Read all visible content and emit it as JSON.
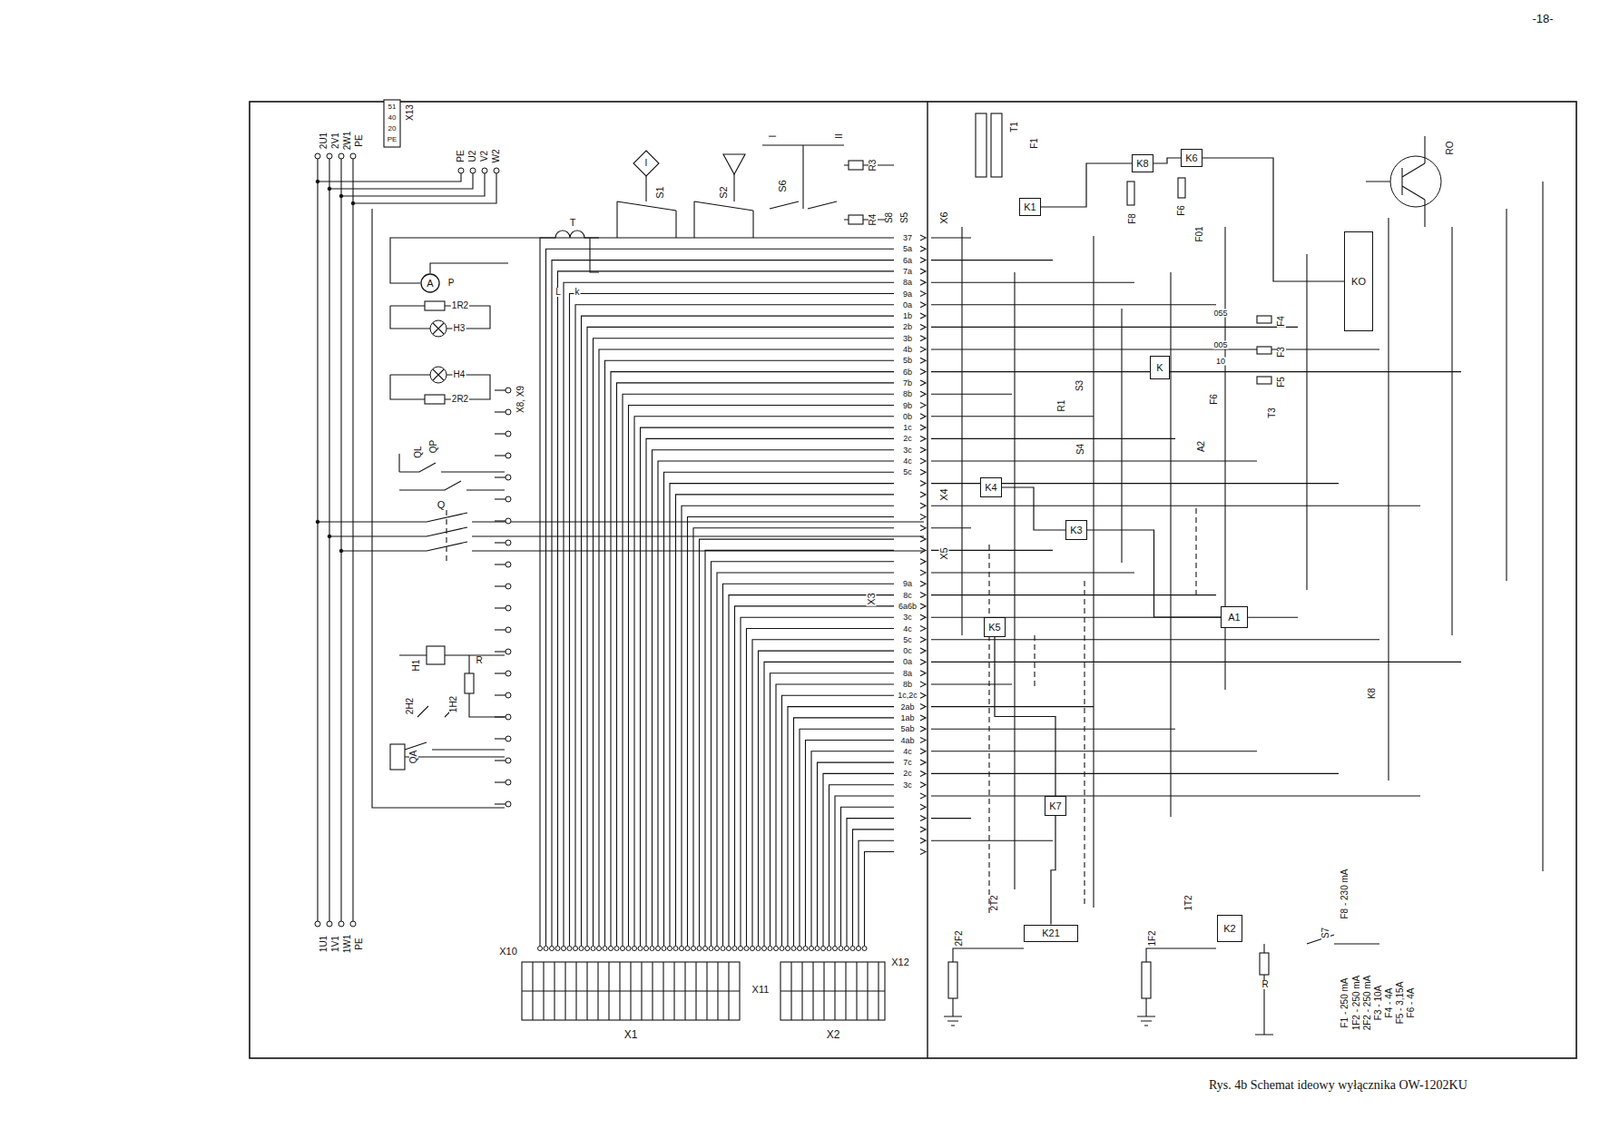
{
  "diagram": {
    "caption": "Rys. 4b Schemat ideowy wyłącznika OW-1202KU",
    "nodes": [
      {
        "text": [
          "A"
        ]
      },
      {
        "text": [
          "K1"
        ]
      },
      {
        "text": [
          "K8"
        ]
      },
      {
        "text": [
          "K6"
        ]
      },
      {
        "text": [
          "KO"
        ]
      },
      {
        "text": [
          "K"
        ]
      },
      {
        "text": [
          "K4"
        ]
      },
      {
        "text": [
          "K3"
        ]
      },
      {
        "text": [
          "A1"
        ]
      },
      {
        "text": [
          "K5"
        ]
      },
      {
        "text": [
          "K7"
        ]
      },
      {
        "text": [
          "K21"
        ]
      },
      {
        "text": [
          "K2"
        ]
      }
    ],
    "edges": [
      {
        "from": 1,
        "to": 2,
        "arrow": "none"
      },
      {
        "from": 2,
        "to": 3,
        "arrow": "none"
      },
      {
        "from": 3,
        "to": 4,
        "arrow": "none"
      },
      {
        "from": 6,
        "to": 7,
        "arrow": "none"
      },
      {
        "from": 7,
        "to": 8,
        "arrow": "none"
      },
      {
        "from": 9,
        "to": 10,
        "arrow": "none"
      },
      {
        "from": 10,
        "to": 11,
        "arrow": "none"
      }
    ],
    "labels": [
      "-18-",
      "2U1",
      "2V1",
      "2W1",
      "PE",
      "X13",
      "51",
      "40",
      "20",
      "PE",
      "PE",
      "U2",
      "V2",
      "W2",
      "T",
      "P",
      "L",
      "k",
      "1R2",
      "H3",
      "H4",
      "2R2",
      "X8, X9",
      "QL",
      "QP",
      "Q",
      "H1",
      "R",
      "2H2",
      "1H2",
      "QA",
      "X10",
      "X1",
      "X11",
      "X2",
      "X12",
      "I",
      "S1",
      "S2",
      "S6",
      "I",
      "II",
      "R3",
      "R4",
      "S8",
      "S5",
      "X6",
      "X4",
      "X5",
      "X3",
      "37",
      "5a",
      "6a",
      "7a",
      "8a",
      "9a",
      "0a",
      "1b",
      "2b",
      "3b",
      "4b",
      "5b",
      "6b",
      "7b",
      "8b",
      "9b",
      "0b",
      "1c",
      "2c",
      "3c",
      "4c",
      "5c",
      "9a",
      "8c",
      "6a6b",
      "3c",
      "4c",
      "5c",
      "0c",
      "0a",
      "8a",
      "8b",
      "1c,2c",
      "2ab",
      "1ab",
      "5ab",
      "4ab",
      "4c",
      "7c",
      "2c",
      "3c",
      "T1",
      "F1",
      "F8",
      "F6",
      "F01",
      "RO",
      "055",
      "005",
      "10",
      "F4",
      "F3",
      "F5",
      "F6",
      "T3",
      "A2",
      "S3",
      "R1",
      "S4",
      "K8",
      "2F2",
      "2T2",
      "1F2",
      "1T2",
      "R",
      "S7",
      "F1 - 250 mA",
      "F8 - 230 mA",
      "1F2 - 250 mA",
      "2F2 - 250 mA",
      "F3 - 10A",
      "F4 - 4A",
      "F5 - 3,15A",
      "F6 - 4A",
      "1U1",
      "1V1",
      "1W1",
      "PE"
    ]
  }
}
